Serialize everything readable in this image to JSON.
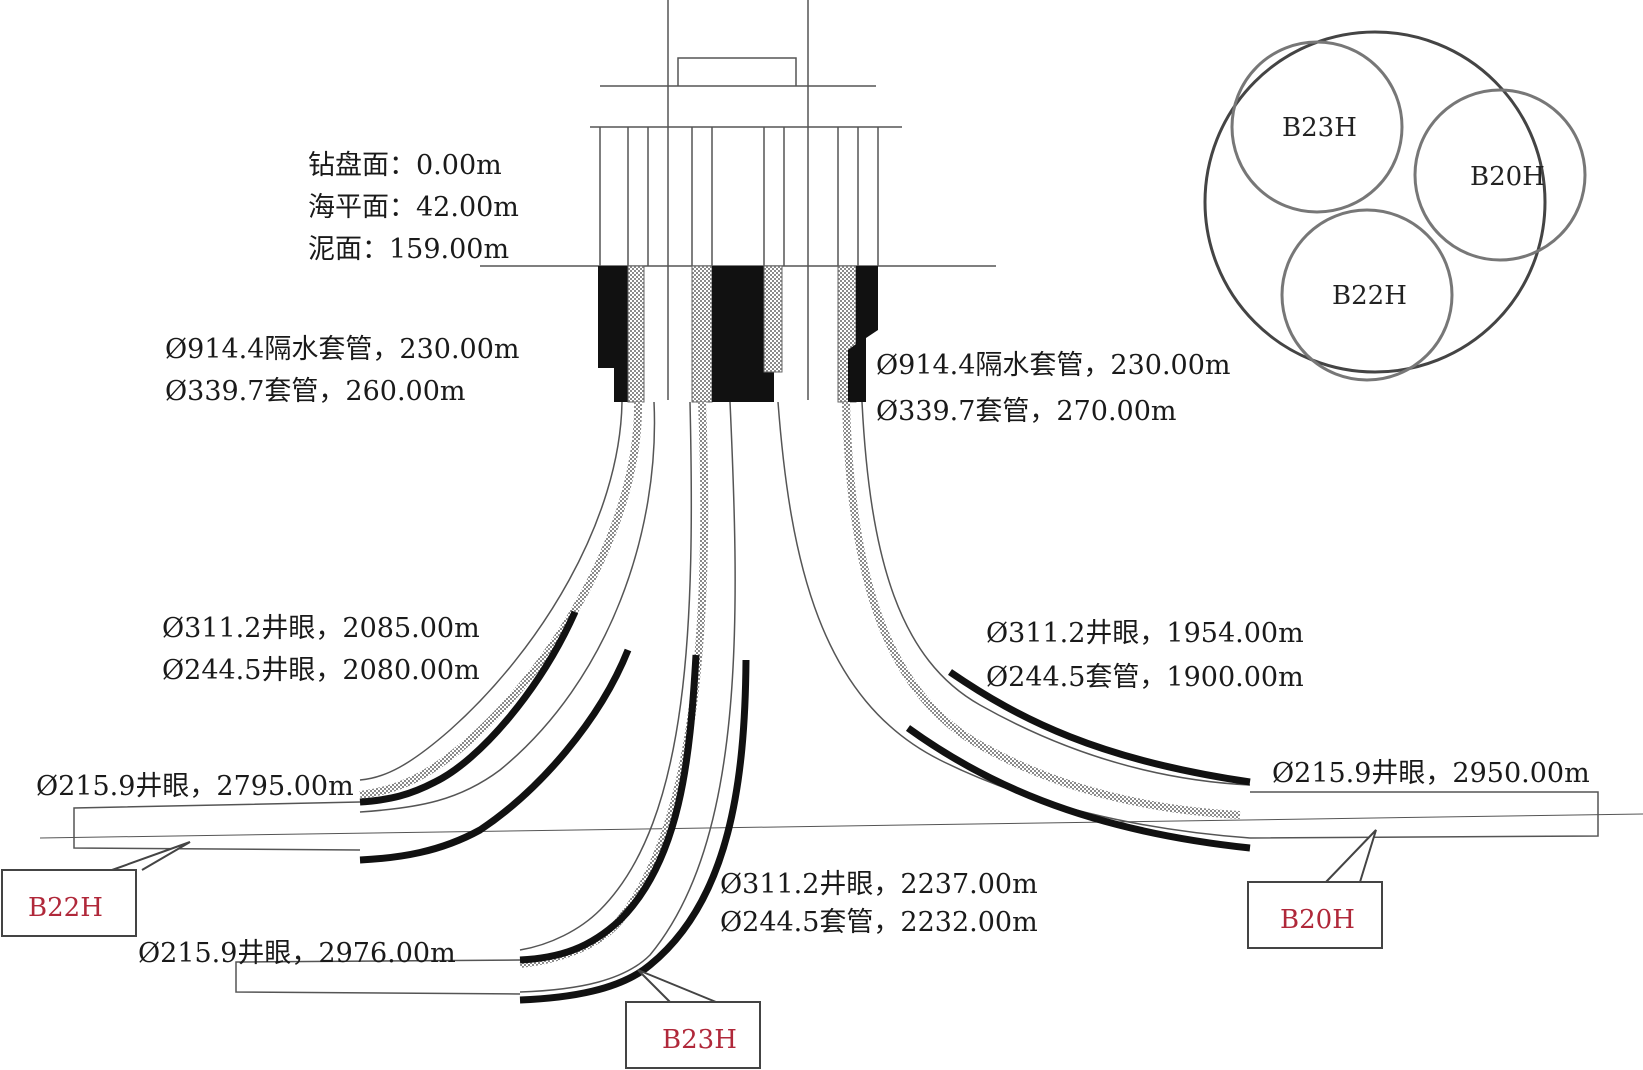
{
  "elevations": {
    "rotary_table": "钻盘面：0.00m",
    "sea_level": "海平面：42.00m",
    "mudline": "泥面：159.00m"
  },
  "left_casing": {
    "conductor": "Ø914.4隔水套管，230.00m",
    "casing": "Ø339.7套管，260.00m"
  },
  "right_casing": {
    "conductor": "Ø914.4隔水套管，230.00m",
    "casing": "Ø339.7套管，270.00m"
  },
  "wells": {
    "B22H": {
      "hole_311": "Ø311.2井眼，2085.00m",
      "hole_244": "Ø244.5井眼，2080.00m",
      "hole_215": "Ø215.9井眼，2795.00m",
      "tag": "B22H"
    },
    "B23H": {
      "hole_311": "Ø311.2井眼，2237.00m",
      "casing_244": "Ø244.5套管，2232.00m",
      "hole_215": "Ø215.9井眼，2976.00m",
      "tag": "B23H"
    },
    "B20H": {
      "hole_311": "Ø311.2井眼，1954.00m",
      "casing_244": "Ø244.5套管，1900.00m",
      "hole_215": "Ø215.9井眼，2950.00m",
      "tag": "B20H"
    }
  },
  "slot_plan": {
    "slots": [
      "B23H",
      "B20H",
      "B22H"
    ]
  },
  "colors": {
    "line": "#555555",
    "cement": "#111111",
    "tag_text": "#b0283a"
  }
}
